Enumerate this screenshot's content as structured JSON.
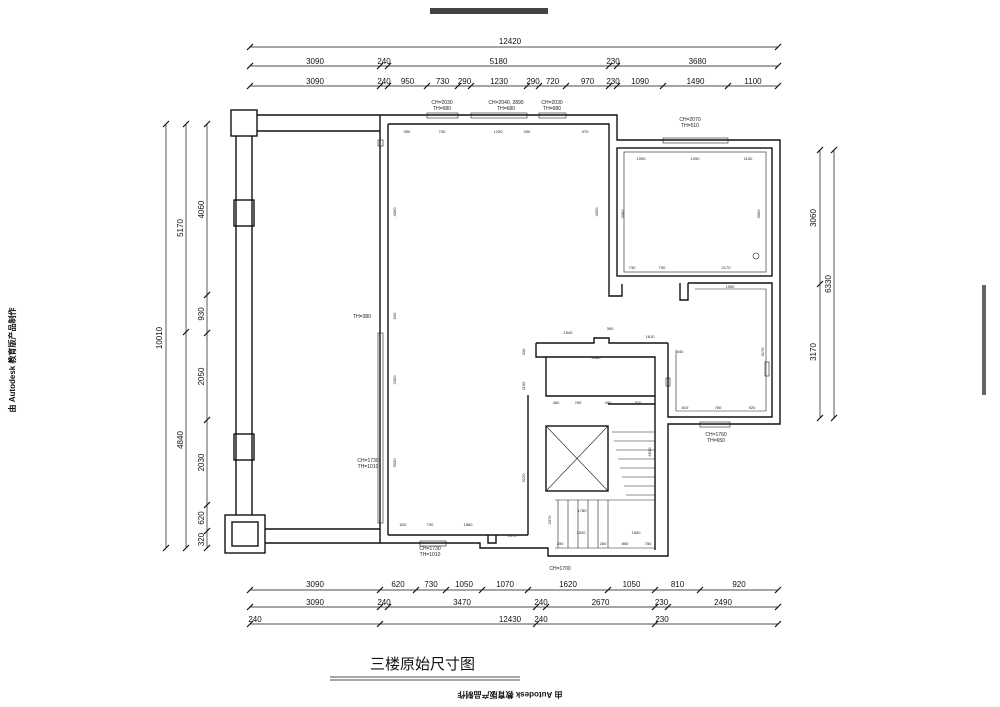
{
  "title": "三楼原始尺寸图",
  "watermark": {
    "left": "由 Autodesk 教育版产品制作",
    "bottom": "由 Autodesk 教育版产品制作"
  },
  "top_dims": {
    "total": "12420",
    "row2": [
      "3090",
      "240",
      "5180",
      "230",
      "3680"
    ],
    "row3": [
      "3090",
      "240",
      "950",
      "730",
      "290",
      "1230",
      "290",
      "720",
      "970",
      "230",
      "1090",
      "1490",
      "1100"
    ]
  },
  "bottom_dims": {
    "row1": [
      "3090",
      "620",
      "730",
      "1050",
      "1070",
      "1620",
      "1050",
      "810",
      "920"
    ],
    "row2": [
      "3090",
      "240",
      "3470",
      "240",
      "2670",
      "230",
      "2490"
    ],
    "row3": [
      "240",
      "12430",
      "240",
      "230"
    ]
  },
  "left_dims": {
    "total": "10010",
    "col2": [
      "5170",
      "4840"
    ],
    "col3": [
      "4060",
      "930",
      "2050",
      "2030",
      "620",
      "320"
    ]
  },
  "right_dims": {
    "col1": [
      "3060",
      "3170"
    ],
    "col2": "6330"
  },
  "window_labels": [
    {
      "a": "CH=2030",
      "b": "TH=680"
    },
    {
      "a": "CH=2040, 2890",
      "b": "TH=680"
    },
    {
      "a": "CH=2030",
      "b": "TH=680"
    },
    {
      "a": "CH=2070",
      "b": "TH=510"
    },
    {
      "a": "CH=1760",
      "b": "TH=650"
    },
    {
      "a": "CH=1730",
      "b": "TH=1010"
    },
    {
      "a": "CH=1730",
      "b": "TH=1010"
    },
    {
      "a": "CH=1700",
      "b": ""
    },
    {
      "a": "TH=380",
      "b": ""
    }
  ],
  "inner_dims": {
    "top_room": [
      "950",
      "730",
      "1230",
      "290",
      "970"
    ],
    "right_top_room": [
      "1090",
      "1490",
      "1100"
    ],
    "right_top_bottom": [
      "730",
      "790",
      "2170"
    ],
    "room_sides": [
      "4060",
      "4050",
      "3060",
      "3060",
      "930",
      "2050",
      "3030"
    ],
    "right_lower": [
      "1950",
      "3170",
      "540",
      "810",
      "780",
      "920"
    ],
    "mid": [
      "1540",
      "390",
      "1610",
      "2080",
      "430",
      "1190",
      "460",
      "760",
      "400",
      "970",
      "3220",
      "6610"
    ],
    "bottom_room": [
      "620",
      "730",
      "1860",
      "1070",
      "2070",
      "1780",
      "1520",
      "1650",
      "250",
      "260",
      "850",
      "750"
    ]
  }
}
